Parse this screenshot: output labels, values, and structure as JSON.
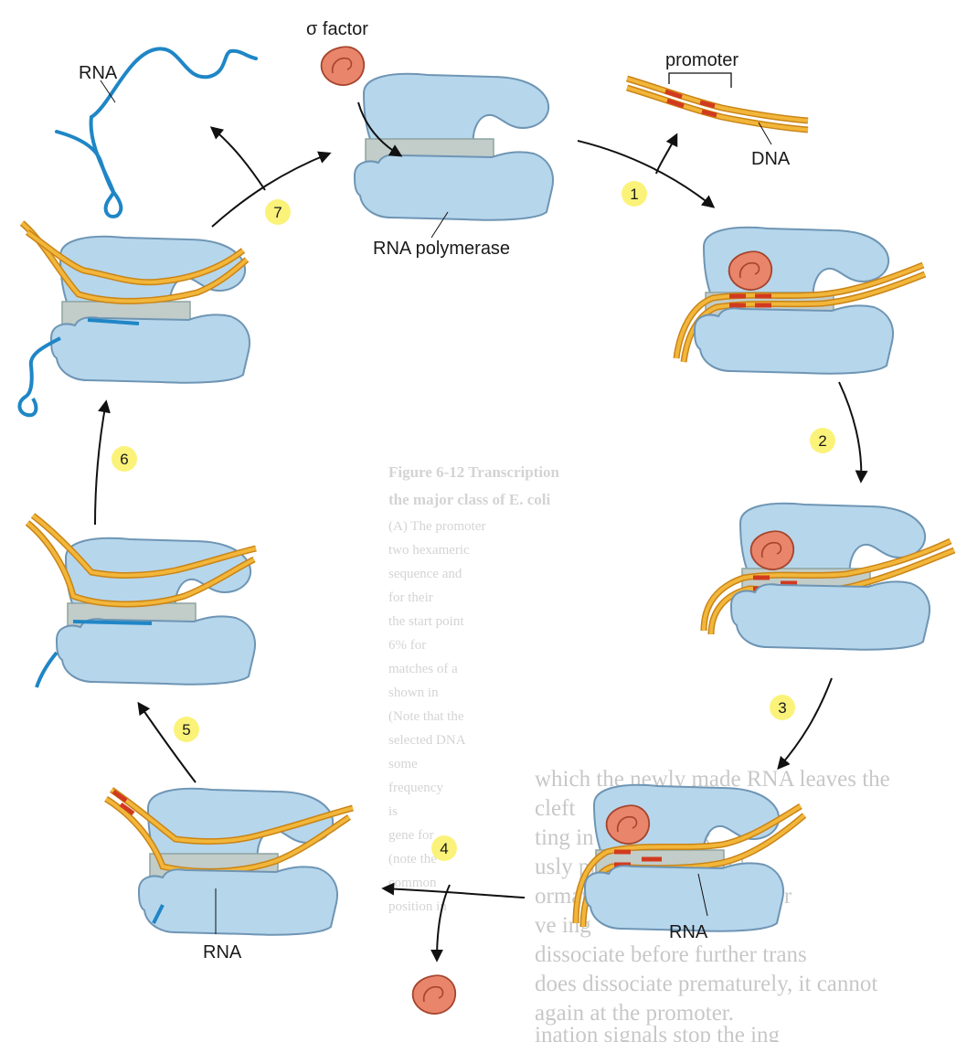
{
  "labels": {
    "rna_top": "RNA",
    "sigma_factor": "σ factor",
    "promoter": "promoter",
    "dna": "DNA",
    "rna_polymerase": "RNA polymerase",
    "rna_bottom_left": "RNA",
    "rna_bottom_right": "RNA"
  },
  "steps": [
    "1",
    "2",
    "3",
    "4",
    "5",
    "6",
    "7"
  ],
  "background_text": {
    "caption_lines": [
      "Figure 6-12 Transcription",
      "the major class of E. coli",
      "(A) The promoter",
      "two hexameric",
      "sequence and",
      "for their",
      "the start point",
      "6% for",
      "matches of a",
      "shown in",
      "(Note that the",
      "selected DNA",
      "some",
      "frequency",
      "is",
      "gene for",
      "(note the",
      "common",
      "position in"
    ],
    "body_lines": [
      "which the newly made RNA leaves the",
      "cleft",
      "ting in the   complex",
      "usly   press   DNA hybrid",
      "ormational  changes (see dor",
      "ve   ing",
      "   dissociate before      further trans",
      "does   dissociate prematurely, it cannot",
      "again at the promoter.",
      "   ination signals stop the   ing"
    ]
  },
  "colors": {
    "polymerase_fill": "#b6d6ec",
    "polymerase_stroke": "#6e95b4",
    "cleft_fill": "#c2ccc8",
    "sigma_fill": "#e8856a",
    "sigma_stroke": "#a5442d",
    "dna_strand": "#f2b63a",
    "dna_edge": "#c98416",
    "promoter": "#d23a1f",
    "rna": "#1f86c6",
    "step_circle": "#fbf27a"
  }
}
